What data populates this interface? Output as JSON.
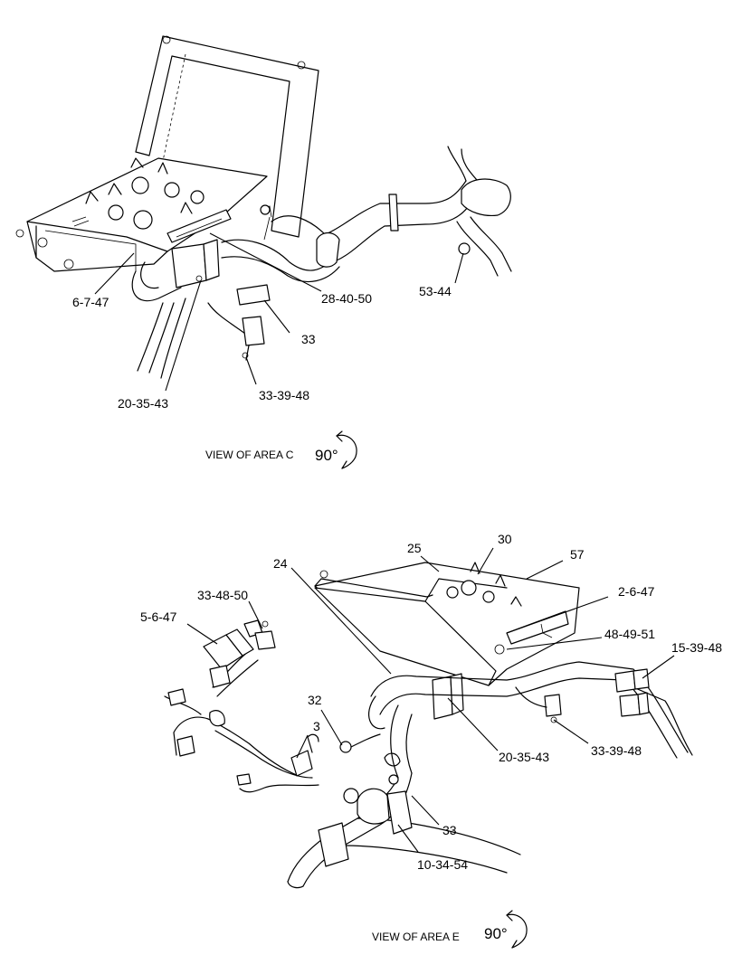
{
  "view_c": {
    "caption": "VIEW OF AREA C",
    "rotation": "90°",
    "callouts": [
      "6-7-47",
      "28-40-50",
      "53-44",
      "33",
      "20-35-43",
      "33-39-48"
    ]
  },
  "view_e": {
    "caption": "VIEW OF AREA E",
    "rotation": "90°",
    "callouts": [
      "25",
      "30",
      "57",
      "24",
      "2-6-47",
      "33-48-50",
      "5-6-47",
      "48-49-51",
      "15-39-48",
      "32",
      "3",
      "20-35-43",
      "33-39-48",
      "33",
      "10-34-54"
    ]
  },
  "icons": {
    "rotate": "rotate-arrow-icon"
  }
}
